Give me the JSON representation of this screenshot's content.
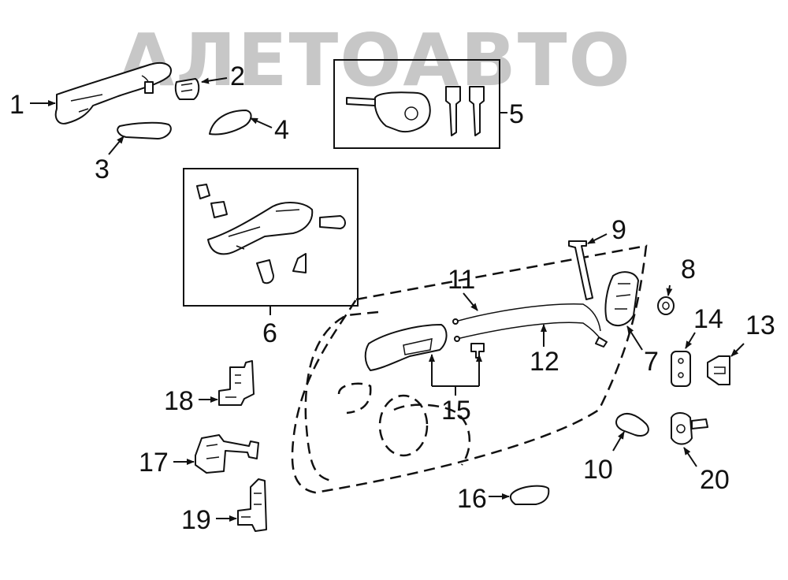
{
  "watermark": "АЛЕТОАВТО",
  "callouts": {
    "c1": "1",
    "c2": "2",
    "c3": "3",
    "c4": "4",
    "c5": "5",
    "c6": "6",
    "c7": "7",
    "c8": "8",
    "c9": "9",
    "c10": "10",
    "c11": "11",
    "c12": "12",
    "c13": "13",
    "c14": "14",
    "c15": "15",
    "c16": "16",
    "c17": "17",
    "c18": "18",
    "c19": "19",
    "c20": "20"
  },
  "colors": {
    "line": "#111111",
    "watermark": "#9a9a9a",
    "background": "#ffffff"
  }
}
